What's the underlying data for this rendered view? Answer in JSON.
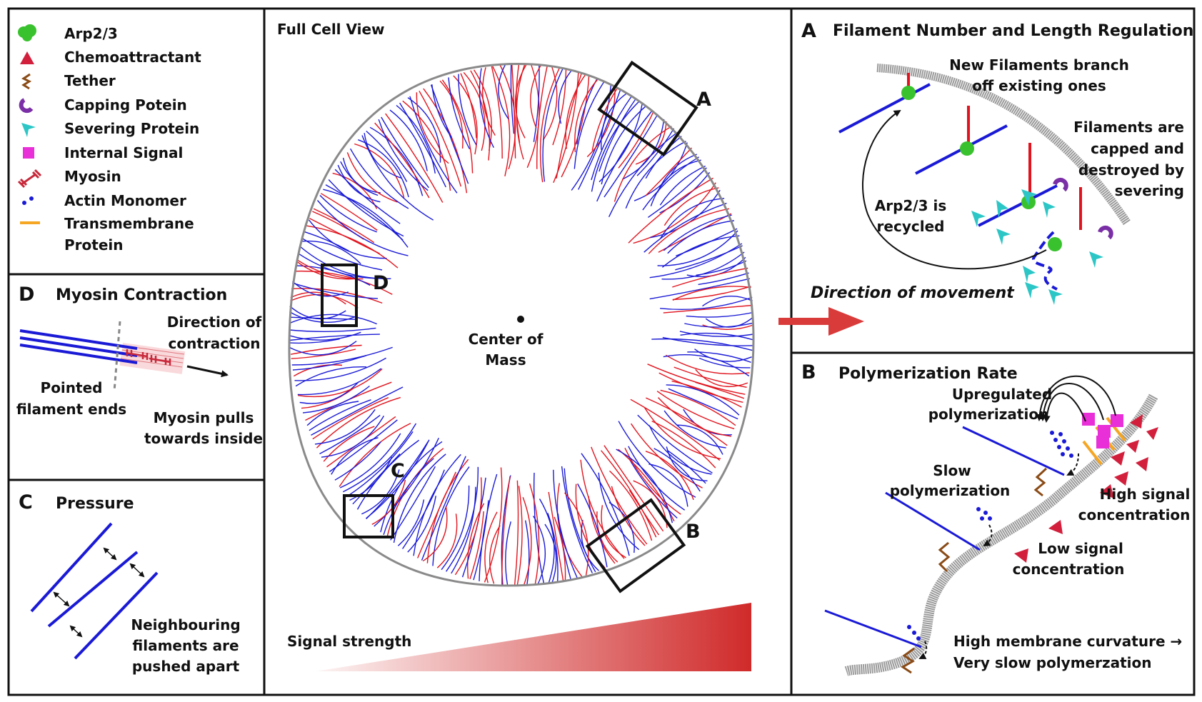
{
  "legend": {
    "items": [
      {
        "label": "Arp2/3",
        "icon": "green-blob-icon",
        "color": "#39c22e"
      },
      {
        "label": "Chemoattractant",
        "icon": "red-triangle-icon",
        "color": "#d21f3c"
      },
      {
        "label": "Tether",
        "icon": "zigzag-tether-icon",
        "color": "#8a4b16"
      },
      {
        "label": "Capping Potein",
        "icon": "purple-cap-icon",
        "color": "#7a2fa6"
      },
      {
        "label": "Severing Protein",
        "icon": "cyan-arrowhead-icon",
        "color": "#2cc6c6"
      },
      {
        "label": "Internal Signal",
        "icon": "magenta-square-icon",
        "color": "#e82fd8"
      },
      {
        "label": "Myosin",
        "icon": "myosin-dumbbell-icon",
        "color": "#c8283a"
      },
      {
        "label": "Actin Monomer",
        "icon": "blue-dots-icon",
        "color": "#1a1ad6"
      },
      {
        "label": "Transmembrane",
        "label2": "Protein",
        "icon": "orange-bar-icon",
        "color": "#f5a623"
      }
    ]
  },
  "panelD": {
    "letter": "D",
    "title": "Myosin Contraction",
    "direction_line1": "Direction of",
    "direction_line2": "contraction",
    "pointed_line1": "Pointed",
    "pointed_line2": "filament ends",
    "pull_line1": "Myosin pulls",
    "pull_line2": "towards inside"
  },
  "panelC": {
    "letter": "C",
    "title": "Pressure",
    "note_line1": "Neighbouring",
    "note_line2": "filaments are",
    "note_line3": "pushed apart"
  },
  "center": {
    "title": "Full Cell View",
    "com_line1": "Center of",
    "com_line2": "Mass",
    "box_labels": [
      "A",
      "B",
      "C",
      "D"
    ],
    "signal_label": "Signal strength"
  },
  "panelA": {
    "letter": "A",
    "title": "Filament Number and Length Regulation",
    "branch_line1": "New Filaments branch",
    "branch_line2": "off existing ones",
    "capped_line1": "Filaments are",
    "capped_line2": "capped and",
    "capped_line3": "destroyed by",
    "capped_line4": "severing",
    "recycle_line1": "Arp2/3 is",
    "recycle_line2": "recycled",
    "direction": "Direction of movement"
  },
  "panelB": {
    "letter": "B",
    "title": "Polymerization Rate",
    "up_line1": "Upregulated",
    "up_line2": "polymerization",
    "slow_line1": "Slow",
    "slow_line2": "polymerization",
    "high_line1": "High signal",
    "high_line2": "concentration",
    "low_line1": "Low signal",
    "low_line2": "concentration",
    "curv_line1": "High membrane curvature →",
    "curv_line2": "Very slow polymerzation"
  },
  "colors": {
    "actin_blue": "#1a1ad6",
    "tether_red": "#e0141e",
    "membrane_gray": "#9a9a9a",
    "arrow_red": "#d93a3a",
    "signal_red": "#d02a2a"
  }
}
